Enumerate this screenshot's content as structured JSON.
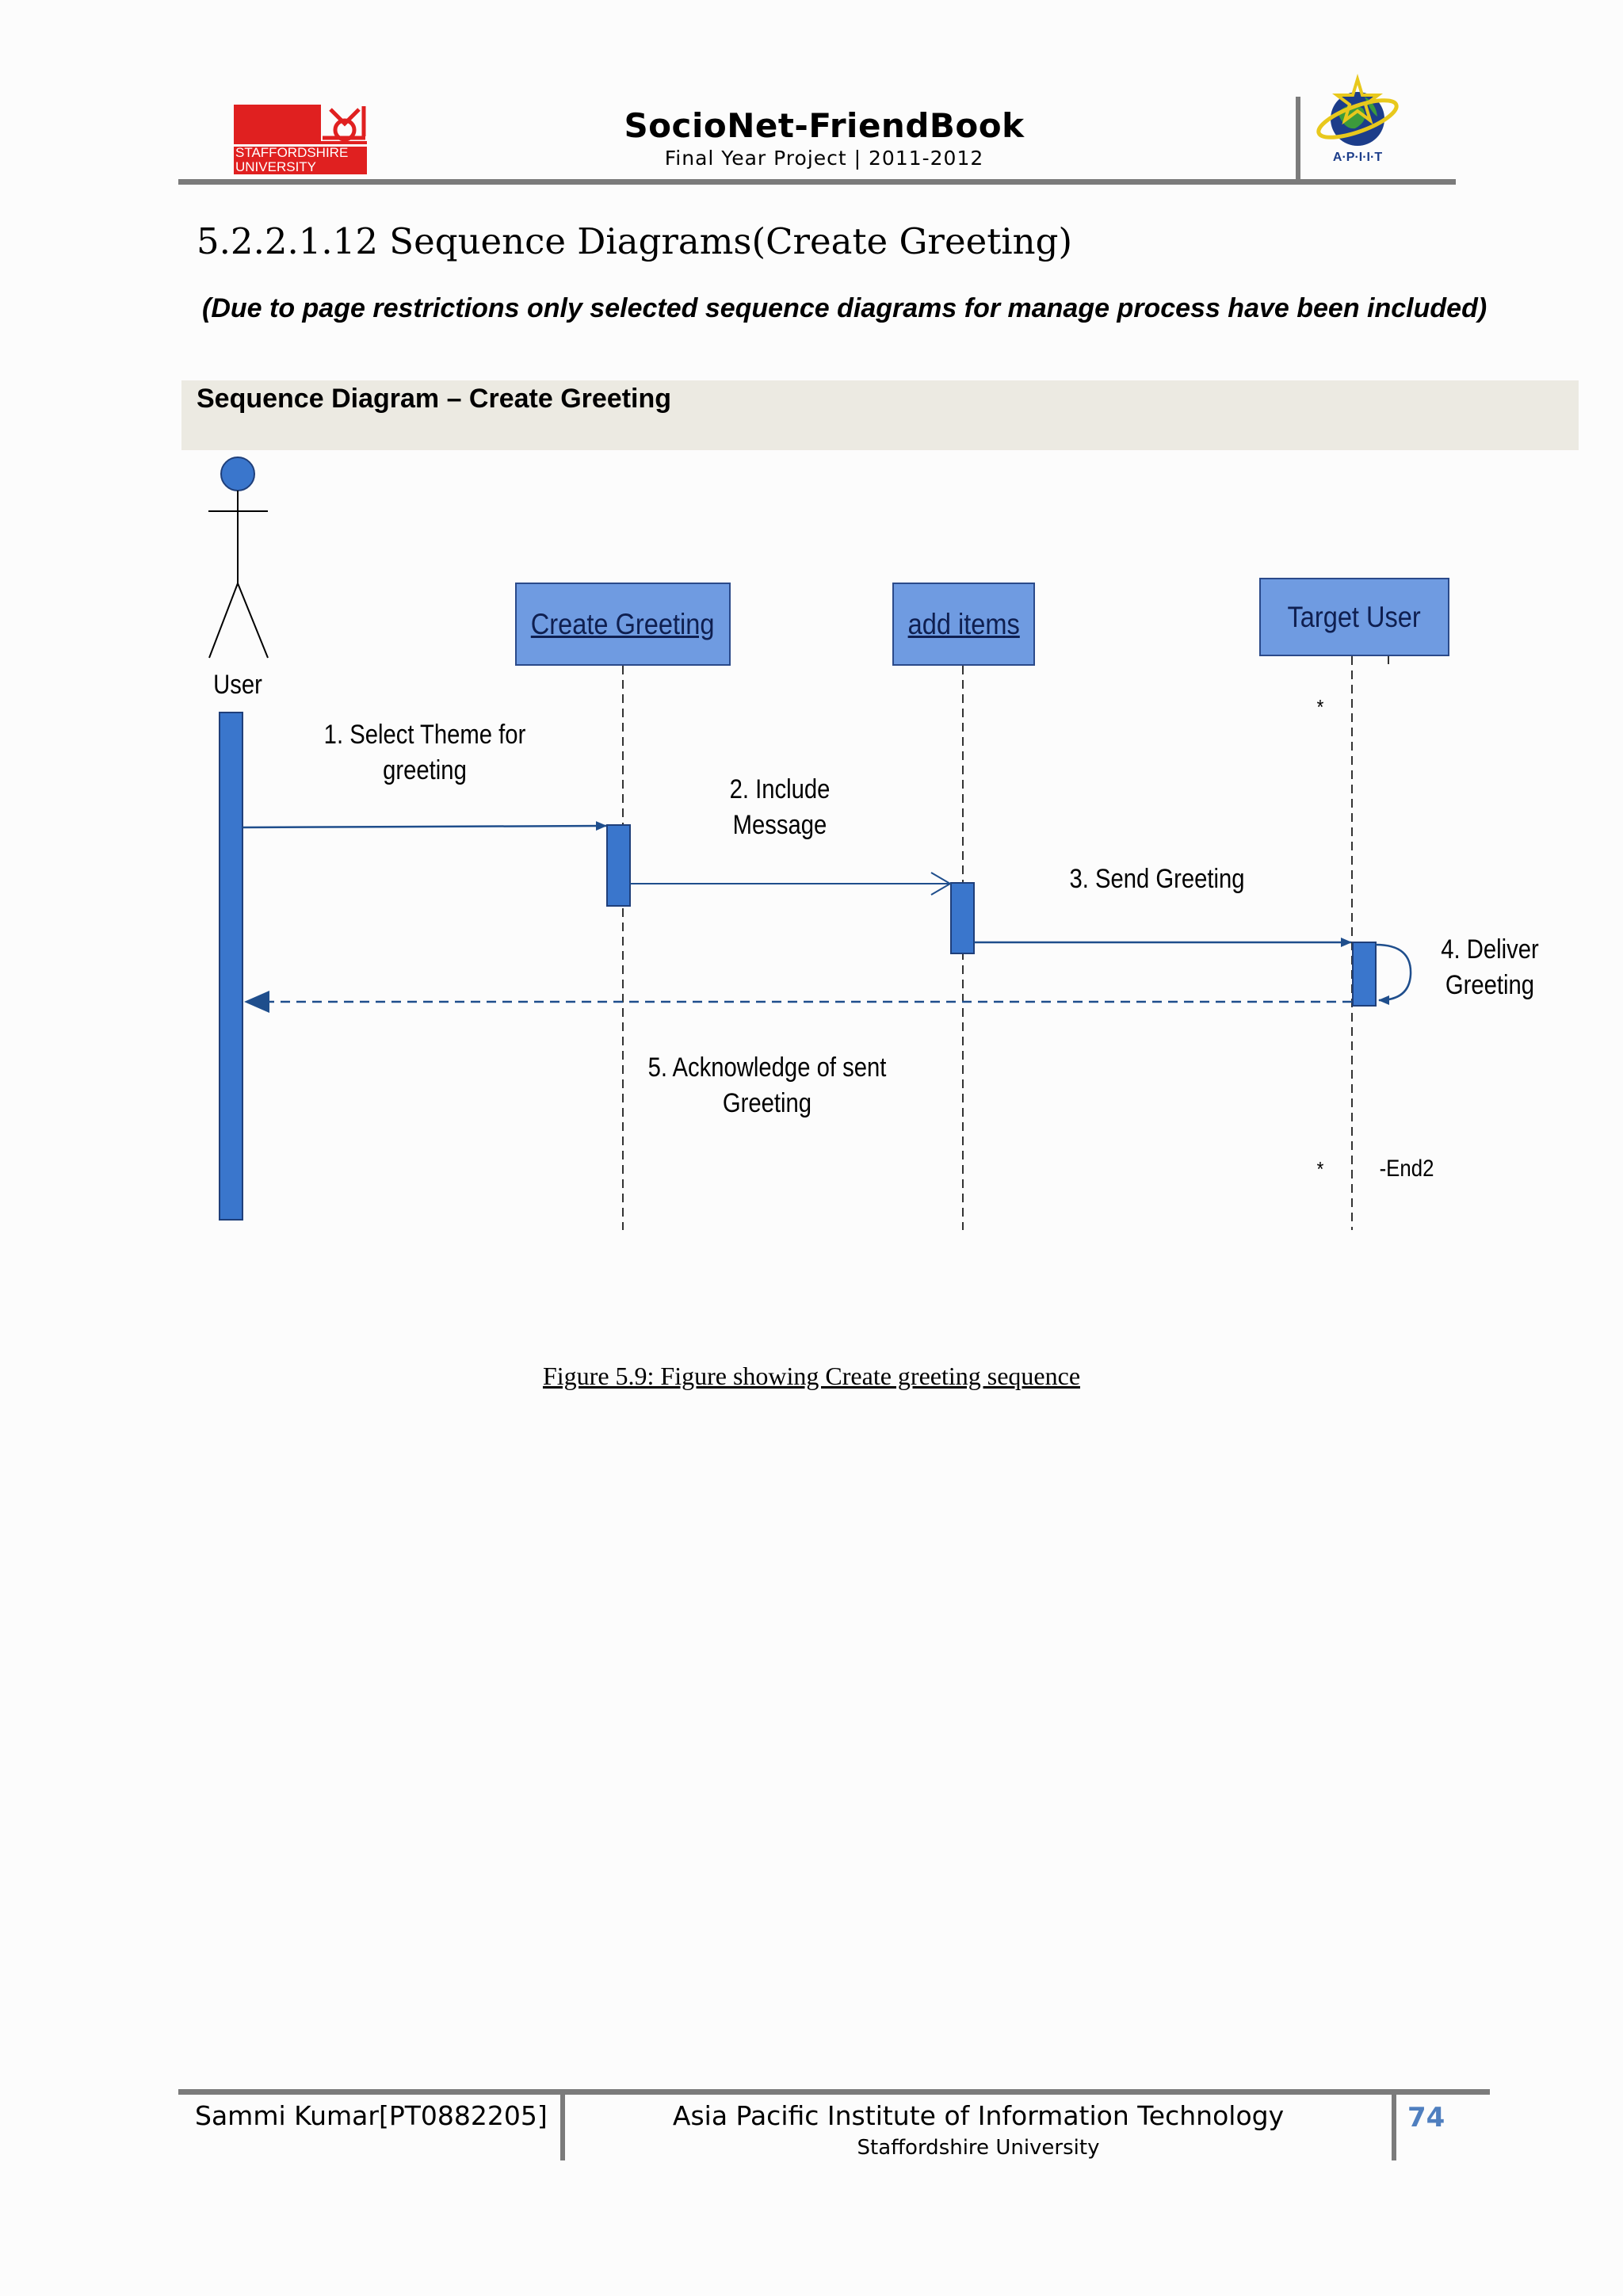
{
  "header": {
    "staffordshire_logo_text": "STAFFORDSHIRE UNIVERSITY",
    "title": "SocioNet-FriendBook",
    "subtitle": "Final Year Project | 2011-2012",
    "apiit_logo_text": "A·P·I·I·T"
  },
  "section": {
    "heading": "5.2.2.1.12 Sequence Diagrams(Create Greeting)",
    "note": "(Due to page restrictions only selected sequence diagrams for manage process have been included)"
  },
  "diagram": {
    "band_title": "Sequence Diagram – Create Greeting",
    "actor": "User",
    "lifelines": [
      "Create Greeting",
      "add items",
      "Target User"
    ],
    "messages": [
      {
        "line1": "1. Select Theme for",
        "line2": "greeting"
      },
      {
        "line1": "2. Include",
        "line2": "Message"
      },
      {
        "line1": "3. Send Greeting",
        "line2": ""
      },
      {
        "line1": "4. Deliver",
        "line2": "Greeting"
      },
      {
        "line1": "5. Acknowledge of sent",
        "line2": "Greeting"
      }
    ],
    "multiplicity_top": "*",
    "multiplicity_bottom": "*",
    "end_label": "-End2"
  },
  "caption": "Figure 5.9: Figure showing Create greeting sequence",
  "footer": {
    "author": "Sammi Kumar[PT0882205]",
    "institute": "Asia Pacific Institute of Information Technology",
    "university": "Staffordshire University",
    "page_number": "74"
  },
  "colors": {
    "accent_blue": "#3a76cc",
    "lifeline_fill": "#6f9be1",
    "rule_gray": "#7b7b7b",
    "staffordshire_red": "#e02020",
    "page_number_blue": "#4f7fbf"
  }
}
